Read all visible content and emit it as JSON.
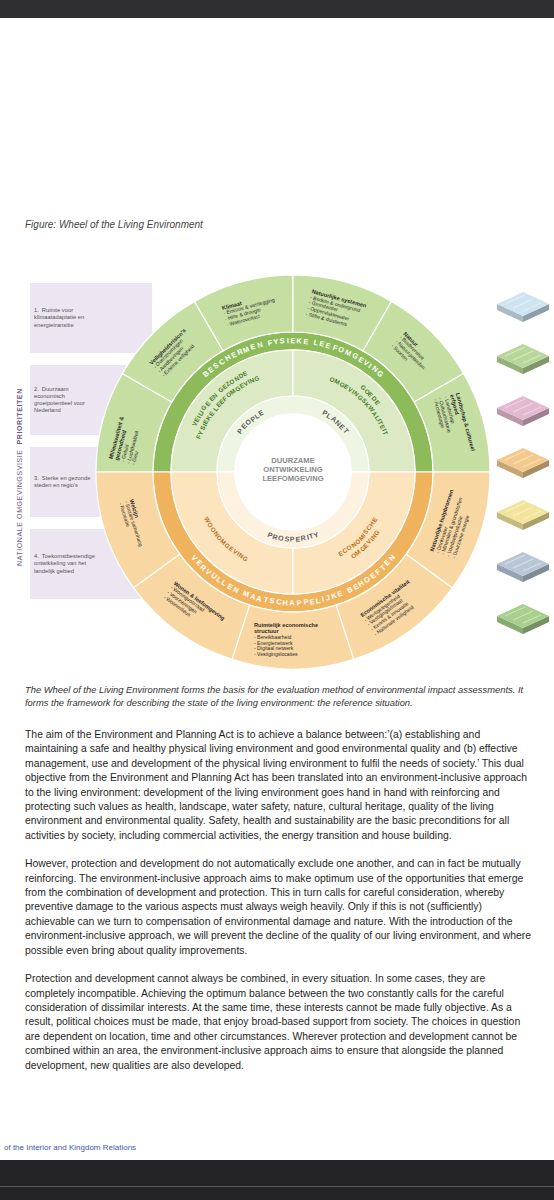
{
  "diagram": {
    "title": "Figure: Wheel of the Living Environment",
    "caption": "The Wheel of the Living Environment forms the basis for the evaluation method of environmental impact assessments. It forms the framework for describing the state of the living environment: the reference situation.",
    "nodes": [
      {
        "text": [
          "1.",
          "Ruimte voor klimaatadaptatie en energietransitie"
        ]
      },
      {
        "text": [
          "2.",
          "Duurzaam economisch groeipotentieel voor Nederland"
        ]
      },
      {
        "text": [
          "3.",
          "Sterke en gezonde steden en regio's"
        ]
      },
      {
        "text": [
          "4.",
          "Toekomstbestendige ontwikkeling van het landelijk gebied"
        ]
      },
      {
        "text": [
          "BESCHERMEN FYSIEKE LEEFOMGEVING"
        ]
      },
      {
        "text": [
          "VERVULLEN MAATSCHAPPELIJKE BEHOEFTEN"
        ]
      },
      {
        "text": [
          "VEILIGE EN GEZONDE FYSIEKE LEEFOMGEVING"
        ]
      },
      {
        "text": [
          "GOEDE OMGEVINGSKWALITEIT"
        ]
      },
      {
        "text": [
          "WOONOMGEVING"
        ]
      },
      {
        "text": [
          "ECONOMISCHE OMGEVING"
        ]
      },
      {
        "text": [
          "PEOPLE",
          "PLANET",
          "DUURZAME ONTWIKKELING LEEFOMGEVING",
          "PROSPERITY"
        ]
      },
      {
        "text": [
          "Milieukwaliteit & gezondheid",
          "- Geluid",
          "- Luchtkwaliteit",
          "- Geur"
        ]
      },
      {
        "text": [
          "Veiligheidsrisico's",
          "- Overstromingen",
          "- Aardbevingen",
          "- Externe veiligheid"
        ]
      },
      {
        "text": [
          "Klimaat",
          "- Emissie & vastlegging",
          "- Hitte & droogte",
          "- Wateroverlast"
        ]
      },
      {
        "text": [
          "Natuurlijke systemen",
          "- Bodem & ondergrond",
          "- Grondwater",
          "- Oppervlaktewater",
          "- Stilte & duisternis"
        ]
      },
      {
        "text": [
          "Natuur",
          "- Biodiversiteit",
          "- Natuurgebieden",
          "- Soorten"
        ]
      },
      {
        "text": [
          "Landschap & cultureel erfgoed",
          "- Landschap",
          "- Cultuurhistorie",
          "- Archeologie"
        ]
      },
      {
        "text": [
          "Welzijn",
          "- Sociale samenhang",
          "- Recreatie"
        ]
      },
      {
        "text": [
          "Wonen & leefomgeving",
          "- Woningvoorraad",
          "- Voorzieningen",
          "- Woonmilieus"
        ]
      },
      {
        "text": [
          "Ruimtelijk economische structuur",
          "- Bereikbaarheid",
          "- Energienetwerk",
          "- Digitaal netwerk",
          "- Vestigingslocaties"
        ]
      },
      {
        "text": [
          "Economische vitaliteit",
          "- Werkgelegenheid",
          "- Vestigingsklimaat",
          "- Kennis & innovatie",
          "- Nationale veiligheid"
        ]
      },
      {
        "text": [
          "Natuurlijke hulpbronnen",
          "- Drinkwater",
          "- Mineralen & grondstoffen",
          "- Voedselproductie",
          "- Duurzame energie"
        ]
      }
    ],
    "labels": [
      "NATIONALE OMGEVINGSVISIE",
      "PRIORITEITEN",
      "The aim of the Environment and Planning Act is to achieve a balance between:’(a) establishing and maintaining a safe and healthy physical living environment and good environmental quality and (b) effective management, use and development of the physical living environment to fulfil the needs of society.’ This dual objective from the Environment and Planning Act has been translated into an environment-inclusive approach to the living environment: development of the living environment goes hand in hand with reinforcing and protecting such values as health, landscape, water safety, nature, cultural heritage, quality of the living environment and environmental quality. Safety, health and sustainability are the basic preconditions for all activities by society, including commercial activities, the energy transition and house building.",
      "However, protection and development do not automatically exclude one another, and can in fact be mutually reinforcing. The environment-inclusive approach aims to make optimum use of the opportunities that emerge from the combination of development and protection. This in turn calls for careful consideration, whereby preventive damage to the various aspects must always weigh heavily. Only if this is not (sufficiently) achievable can we turn to compensation of environmental damage and nature. With the introduction of the environment-inclusive approach, we will prevent the decline of the quality of our living environment, and where possible even bring about quality improvements.",
      "Protection and development cannot always be combined, in every situation. In some cases, they are completely incompatible. Achieving the optimum balance between the two constantly calls for the careful consideration of dissimilar interests. At the same time, these interests cannot be made fully objective. As a result, political choices must be made, that enjoy broad-based support from society. The choices in question are dependent on location, time and other circumstances. Wherever protection and development cannot be combined within an area, the environment-inclusive approach aims to ensure that alongside the planned development, new qualities are also developed.",
      "of the Interior and Kingdom Relations"
    ]
  }
}
